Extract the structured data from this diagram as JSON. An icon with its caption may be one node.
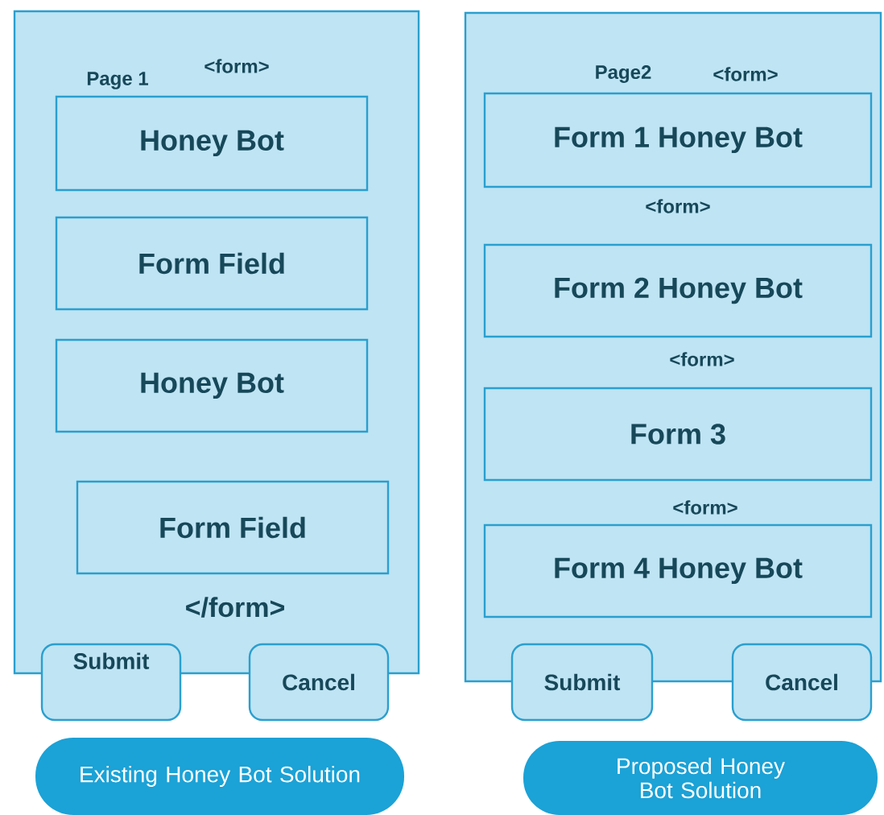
{
  "diagram": {
    "nodes": [
      {
        "text": [
          "Page 1",
          "<form>",
          "</form>"
        ]
      },
      {
        "text": [
          "Honey Bot"
        ],
        "in": 0
      },
      {
        "text": [
          "Form Field"
        ],
        "in": 0
      },
      {
        "text": [
          "Honey Bot"
        ],
        "in": 0
      },
      {
        "text": [
          "Form Field"
        ],
        "in": 0
      },
      {
        "text": [
          "Submit"
        ]
      },
      {
        "text": [
          "Cancel"
        ]
      },
      {
        "text": [
          "Existing Honey Bot Solution"
        ]
      },
      {
        "text": [
          "Page2",
          "<form>",
          "<form>",
          "<form>",
          "<form>"
        ]
      },
      {
        "text": [
          "Form 1  Honey Bot"
        ],
        "in": 8
      },
      {
        "text": [
          "Form 2 Honey Bot"
        ],
        "in": 8
      },
      {
        "text": [
          "Form 3"
        ],
        "in": 8
      },
      {
        "text": [
          "Form 4 Honey Bot"
        ],
        "in": 8
      },
      {
        "text": [
          "Submit"
        ]
      },
      {
        "text": [
          "Cancel"
        ]
      },
      {
        "text": [
          "Proposed Honey Bot Solution"
        ]
      }
    ]
  }
}
